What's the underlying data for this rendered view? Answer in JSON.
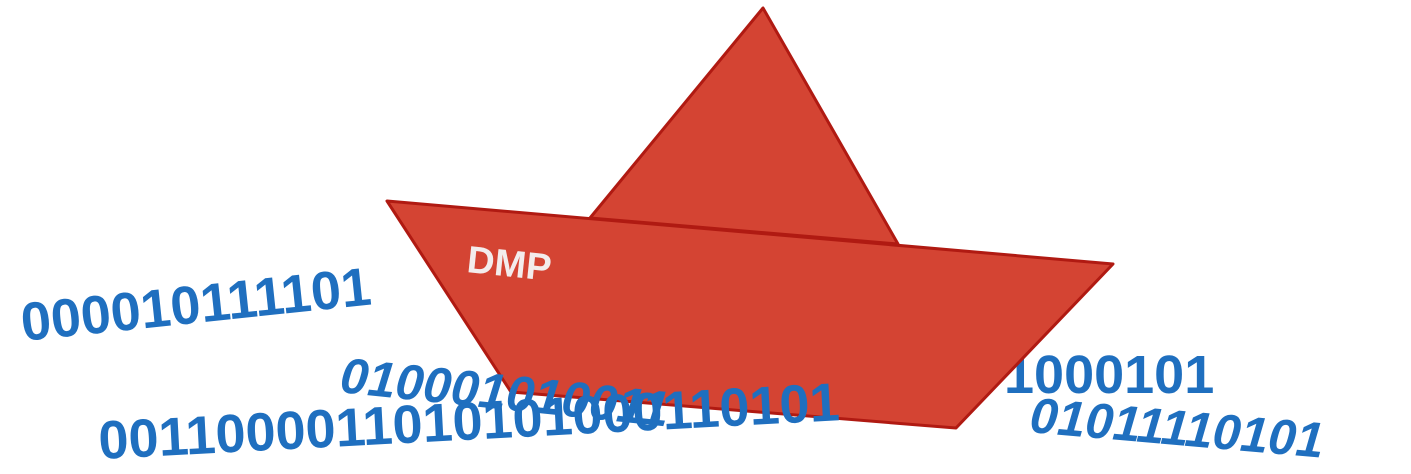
{
  "boat": {
    "label": "DMP",
    "fill_color": "#d44433",
    "stroke_color": "#b01a12"
  },
  "binary_strings": {
    "row1_left": "000010111101",
    "row2_middle": "010001010011",
    "row3_bottom": "0011000011010101000110101",
    "row1_right": "1000101",
    "row2_right": "01011110101"
  },
  "text_color": "#1f6fbf"
}
